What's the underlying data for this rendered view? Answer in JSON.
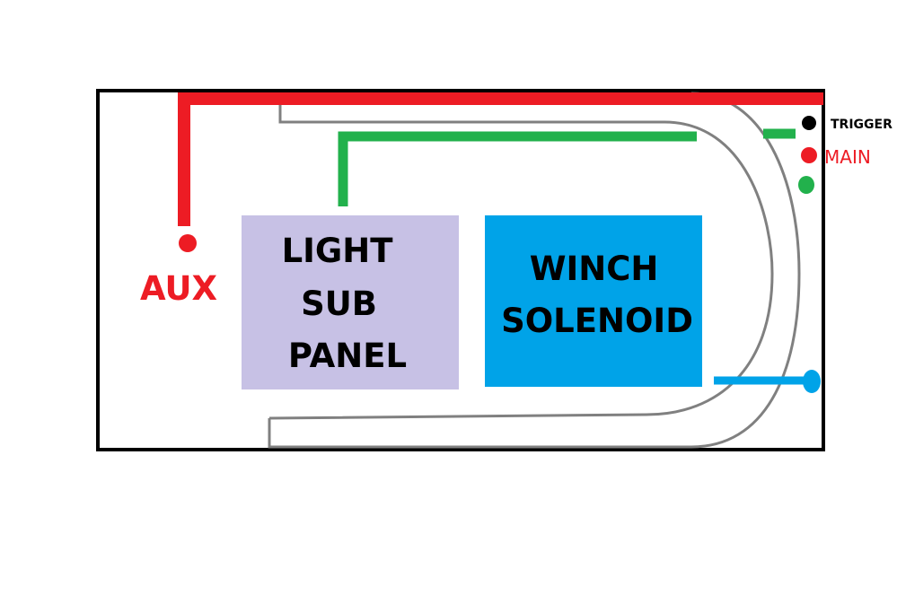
{
  "labels": {
    "aux": "AUX",
    "trigger": "TRIGGER",
    "main": "MAIN"
  },
  "light_panel": {
    "line1": "LIGHT",
    "line2": "SUB",
    "line3": "PANEL",
    "color": "#c7c1e5"
  },
  "winch_solenoid": {
    "line1": "WINCH",
    "line2": "SOLENOID",
    "color": "#00a3e8"
  },
  "colors": {
    "red": "#ed1c24",
    "green": "#22b14c",
    "blue": "#00a3e8",
    "gray": "#808080",
    "black": "#000000"
  }
}
